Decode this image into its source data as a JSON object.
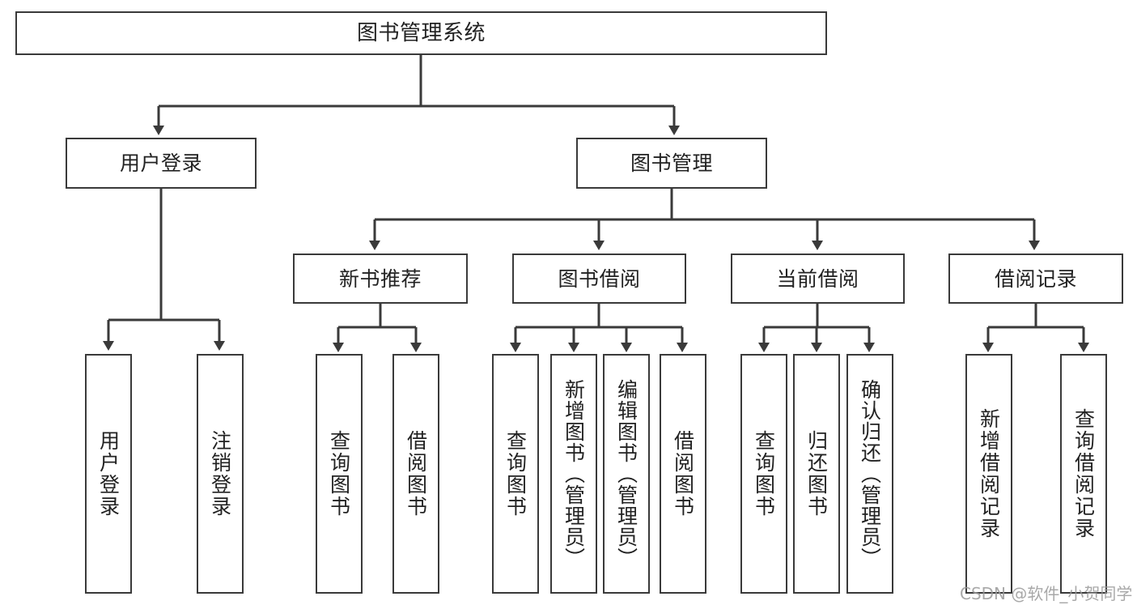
{
  "diagram": {
    "type": "tree-hierarchy",
    "title": "图书管理系统",
    "watermark": "CSDN @软件_小贺同学",
    "colors": {
      "box_border": "#3a3a3a",
      "box_fill": "#ffffff",
      "connector": "#3a3a3a",
      "text": "#222222",
      "watermark": "#9a9a9a"
    },
    "nodes": {
      "root": {
        "label": "图书管理系统"
      },
      "level2": [
        {
          "label": "用户登录"
        },
        {
          "label": "图书管理"
        }
      ],
      "level3": [
        {
          "label": "新书推荐"
        },
        {
          "label": "图书借阅"
        },
        {
          "label": "当前借阅"
        },
        {
          "label": "借阅记录"
        }
      ],
      "leaves": {
        "user_login": [
          {
            "label": "用户登录"
          },
          {
            "label": "注销登录"
          }
        ],
        "new_book_recommend": [
          {
            "label": "查询图书"
          },
          {
            "label": "借阅图书"
          }
        ],
        "book_borrow": [
          {
            "label": "查询图书"
          },
          {
            "label": "新增图书（管理员）"
          },
          {
            "label": "编辑图书（管理员）"
          },
          {
            "label": "借阅图书"
          }
        ],
        "current_borrow": [
          {
            "label": "查询图书"
          },
          {
            "label": "归还图书"
          },
          {
            "label": "确认归还（管理员）"
          }
        ],
        "borrow_record": [
          {
            "label": "新增借阅记录"
          },
          {
            "label": "查询借阅记录"
          }
        ]
      }
    }
  }
}
